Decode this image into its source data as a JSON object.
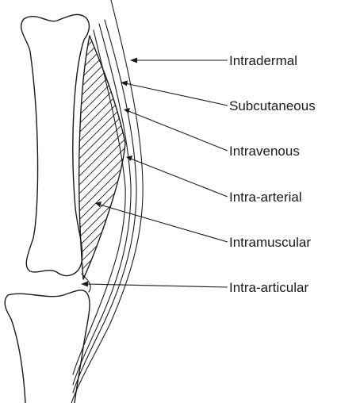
{
  "labels": [
    "Intradermal",
    "Subcutaneous",
    "Intravenous",
    "Intra-arterial",
    "Intramuscular",
    "Intra-articular"
  ]
}
